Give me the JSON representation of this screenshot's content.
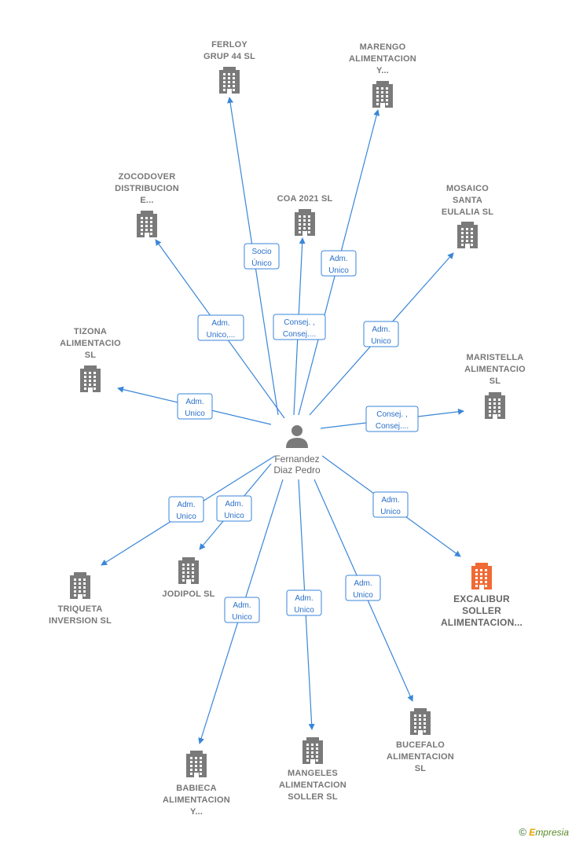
{
  "colors": {
    "edge": "#3a86d8",
    "building": "#7a7a7a",
    "highlight": "#f06a35"
  },
  "center": {
    "name_lines": [
      "Fernandez",
      "Diaz Pedro"
    ]
  },
  "nodes": [
    {
      "id": "ferloy",
      "lines": [
        "FERLOY",
        "GRUP 44  SL"
      ],
      "highlight": false,
      "edge": [
        "Socio",
        "Único"
      ]
    },
    {
      "id": "marengo",
      "lines": [
        "MARENGO",
        "ALIMENTACION",
        "Y..."
      ],
      "highlight": false,
      "edge": [
        "Adm.",
        "Unico"
      ]
    },
    {
      "id": "zocodover",
      "lines": [
        "ZOCODOVER",
        "DISTRIBUCION",
        "E..."
      ],
      "highlight": false,
      "edge": [
        "Adm.",
        "Unico,..."
      ]
    },
    {
      "id": "coa",
      "lines": [
        "COA 2021  SL"
      ],
      "highlight": false,
      "edge": [
        "Consej. ,",
        "Consej...."
      ]
    },
    {
      "id": "mosaico",
      "lines": [
        "MOSAICO",
        "SANTA",
        "EULALIA  SL"
      ],
      "highlight": false,
      "edge": [
        "Adm.",
        "Unico"
      ]
    },
    {
      "id": "tizona",
      "lines": [
        "TIZONA",
        "ALIMENTACIO",
        "SL"
      ],
      "highlight": false,
      "edge": [
        "Adm.",
        "Unico"
      ]
    },
    {
      "id": "maristella",
      "lines": [
        "MARISTELLA",
        "ALIMENTACIO",
        "SL"
      ],
      "highlight": false,
      "edge": [
        "Consej. ,",
        "Consej...."
      ]
    },
    {
      "id": "triqueta",
      "lines": [
        "TRIQUETA",
        "INVERSION  SL"
      ],
      "highlight": false,
      "edge": [
        "Adm.",
        "Unico"
      ]
    },
    {
      "id": "jodipol",
      "lines": [
        "JODIPOL  SL"
      ],
      "highlight": false,
      "edge": [
        "Adm.",
        "Unico"
      ]
    },
    {
      "id": "excalibur",
      "lines": [
        "EXCALIBUR",
        "SOLLER",
        "ALIMENTACION..."
      ],
      "highlight": true,
      "edge": [
        "Adm.",
        "Unico"
      ]
    },
    {
      "id": "babieca",
      "lines": [
        "BABIECA",
        "ALIMENTACION",
        "Y..."
      ],
      "highlight": false,
      "edge": [
        "Adm.",
        "Unico"
      ]
    },
    {
      "id": "mangeles",
      "lines": [
        "MANGELES",
        "ALIMENTACION",
        "SOLLER  SL"
      ],
      "highlight": false,
      "edge": [
        "Adm.",
        "Unico"
      ]
    },
    {
      "id": "bucefalo",
      "lines": [
        "BUCEFALO",
        "ALIMENTACION",
        "SL"
      ],
      "highlight": false,
      "edge": [
        "Adm.",
        "Unico"
      ]
    }
  ],
  "footer": {
    "copyright": "©",
    "brand_initial": "E",
    "brand_rest": "mpresia"
  }
}
